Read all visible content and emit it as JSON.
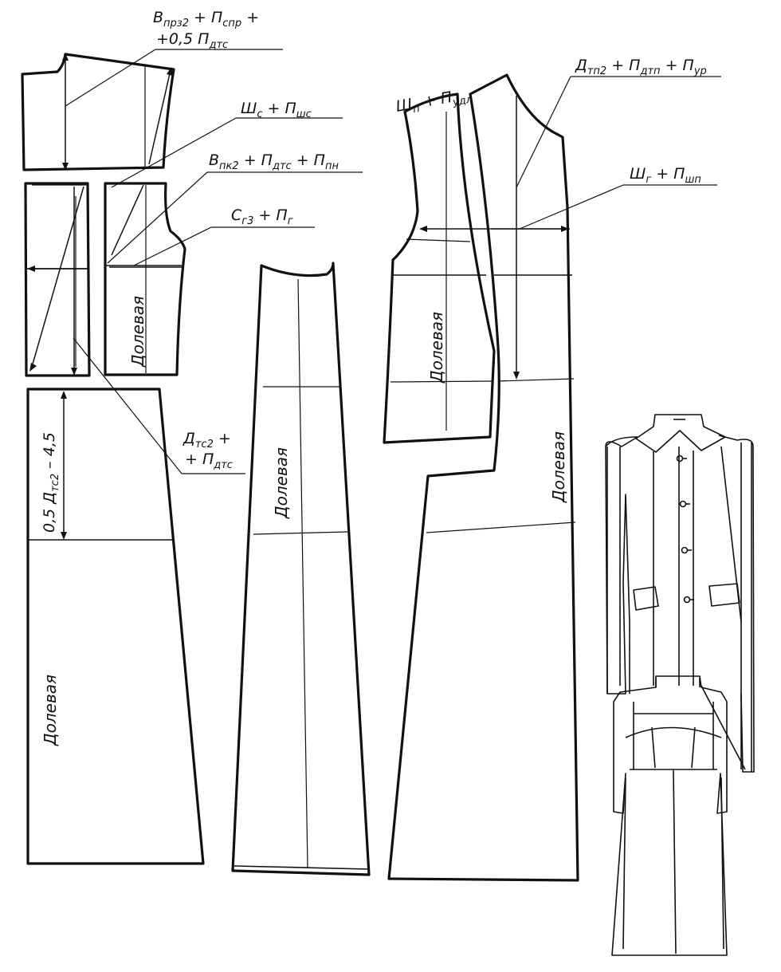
{
  "labels": {
    "yoke_height_main": "В",
    "yoke_height_sub": "прз2",
    "yoke_height_plus1": " + П",
    "yoke_height_sub2": "спр",
    "yoke_height_plus2": " +",
    "yoke_height_line2a": "+0,5 П",
    "yoke_height_line2b": "дтс",
    "back_width_main": "Ш",
    "back_width_sub": "с",
    "back_width_plus": " + П",
    "back_width_sub2": "шс",
    "armhole_main": "В",
    "armhole_sub": "пк2",
    "armhole_plus1": " + П",
    "armhole_sub2": "дтс",
    "armhole_plus2": " + П",
    "armhole_sub3": "пн",
    "chest_main": "С",
    "chest_sub": "г3",
    "chest_plus": " + П",
    "chest_sub2": "г",
    "back_waist_line1a": "Д",
    "back_waist_line1b": "тс2",
    "back_waist_line1c": " +",
    "back_waist_line2a": "+ П",
    "back_waist_line2b": "дтс",
    "skirt_len_a": "0,5 Д",
    "skirt_len_b": "тс2",
    "skirt_len_c": " – 4,5",
    "side_width_main": "Ш",
    "side_width_sub": "п",
    "side_width_plus": " + П",
    "side_width_sub2": "удл",
    "front_len_main": "Д",
    "front_len_sub": "тп2",
    "front_len_plus1": " + П",
    "front_len_sub2": "дтп",
    "front_len_plus2": " + П",
    "front_len_sub3": "ур",
    "bust_main": "Ш",
    "bust_sub": "г",
    "bust_plus": " + П",
    "bust_sub2": "шп"
  },
  "grain_labels": {
    "back_upper": "Долевая",
    "back_skirt": "Долевая",
    "side_panel": "Долевая",
    "side_front": "Долевая",
    "front": "Долевая"
  }
}
